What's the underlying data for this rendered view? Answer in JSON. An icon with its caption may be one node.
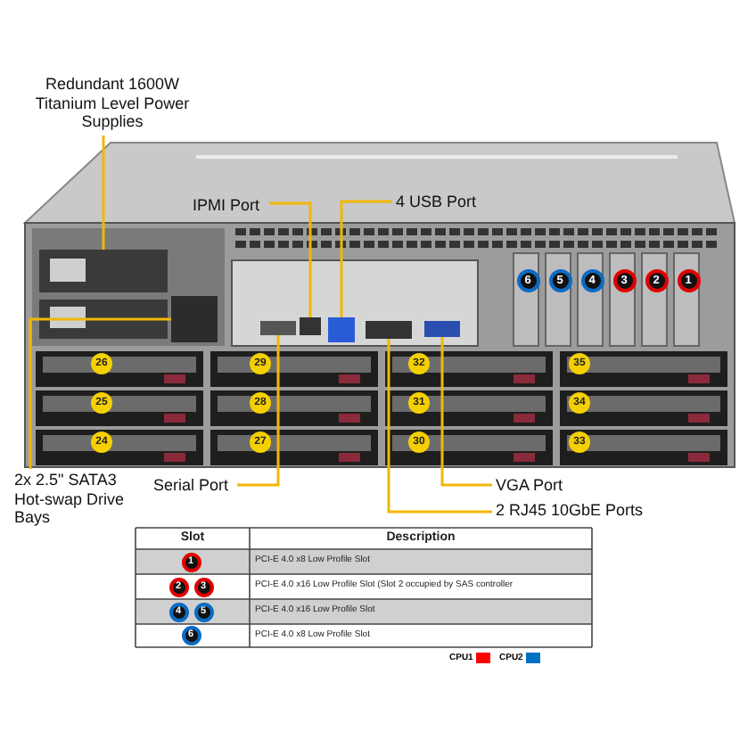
{
  "diagram": {
    "nodes": [
      {
        "text": [
          "Redundant 1600W Titanium Level Power Supplies"
        ]
      },
      {
        "text": [
          "IPMI Port"
        ]
      },
      {
        "text": [
          "4 USB Port"
        ]
      },
      {
        "text": [
          "2x 2.5\" SATA3 Hot-swap Drive Bays"
        ]
      },
      {
        "text": [
          "Serial Port"
        ]
      },
      {
        "text": [
          "VGA Port"
        ]
      },
      {
        "text": [
          "2 RJ45 10GbE Ports"
        ]
      },
      {
        "text": [],
        "shape": "box"
      },
      {
        "text": [],
        "shape": "box"
      },
      {
        "text": [],
        "shape": "box"
      },
      {
        "text": [],
        "shape": "box"
      },
      {
        "text": [],
        "shape": "box"
      },
      {
        "text": [],
        "shape": "box"
      },
      {
        "text": [],
        "shape": "box"
      }
    ],
    "edges": [
      {
        "from": 0,
        "to": 7,
        "arrow": "none"
      },
      {
        "from": 1,
        "to": 8,
        "arrow": "none"
      },
      {
        "from": 2,
        "to": 9,
        "arrow": "none"
      },
      {
        "from": 3,
        "to": 10,
        "arrow": "none"
      },
      {
        "from": 4,
        "to": 11,
        "arrow": "none"
      },
      {
        "from": 5,
        "to": 13,
        "arrow": "none"
      },
      {
        "from": 6,
        "to": 12,
        "arrow": "none"
      }
    ],
    "labels": [
      "6",
      "5",
      "4",
      "3",
      "2",
      "1",
      "26",
      "29",
      "32",
      "35",
      "25",
      "28",
      "31",
      "34",
      "24",
      "27",
      "30",
      "33",
      "Slot",
      "Description",
      "1",
      "PCI-E 4.0 x8 Low Profile Slot",
      "2",
      "3",
      "PCI-E 4.0 x16 Low Profile Slot (Slot 2 occupied by SAS controller",
      "4",
      "5",
      "PCI-E 4.0 x16 Low Profile Slot",
      "6",
      "PCI-E 4.0 x8 Low Profile Slot"
    ],
    "legend": [
      {
        "text": "CPU1",
        "color": "#ff0000"
      },
      {
        "text": "CPU2",
        "color": "#0070c0"
      }
    ]
  }
}
